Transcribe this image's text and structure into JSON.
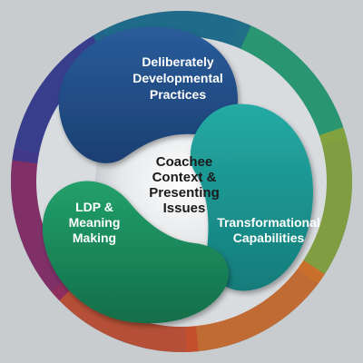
{
  "diagram": {
    "center": {
      "lines": [
        "Coachee",
        "Context &",
        "Presenting",
        "Issues"
      ]
    },
    "lobes": [
      {
        "key": "top",
        "lines": [
          "Deliberately",
          "Developmental",
          "Practices"
        ],
        "color": "#1f4a84"
      },
      {
        "key": "right",
        "lines": [
          "Transformational",
          "Capabilities"
        ],
        "color": "#1e9a96"
      },
      {
        "key": "left",
        "lines": [
          "LDP &",
          "Meaning",
          "Making"
        ],
        "color": "#1d8c5c"
      }
    ],
    "ring_colors": [
      "#2a9a6e",
      "#8ba33a",
      "#d06a2a",
      "#c44d2e",
      "#8a2a63",
      "#3a3a8c",
      "#1f6a8a"
    ]
  }
}
